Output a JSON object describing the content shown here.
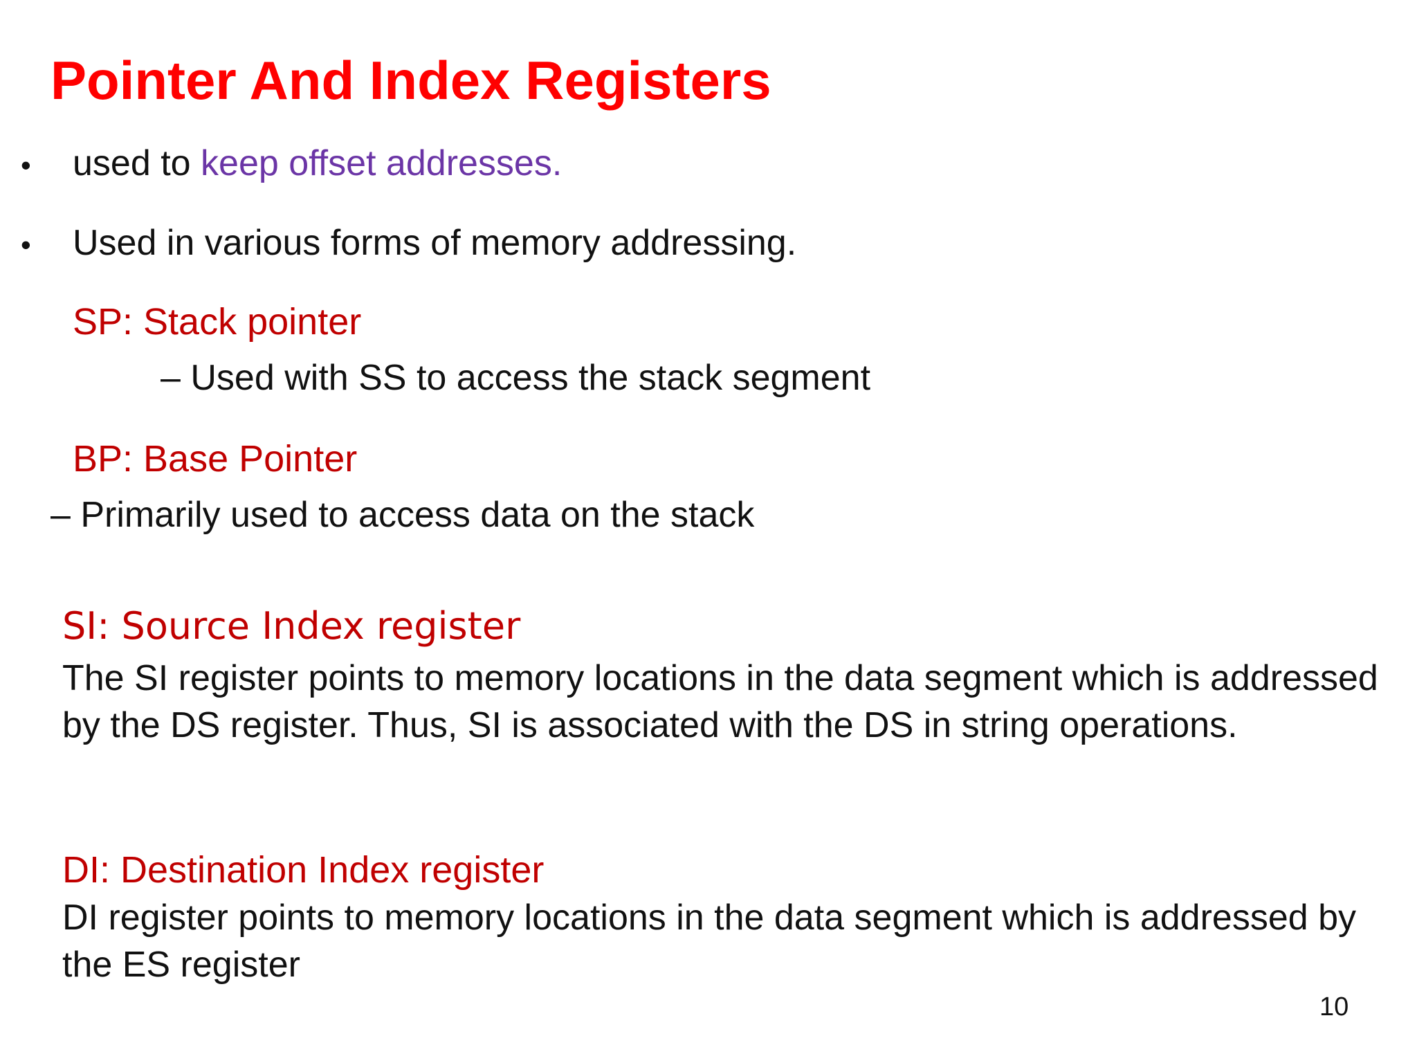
{
  "title": "Pointer And Index Registers",
  "bullets": [
    {
      "symbol": "•",
      "text_plain": "used to ",
      "text_highlight": "keep offset addresses."
    },
    {
      "symbol": "•",
      "text_plain": "Used in various forms of memory addressing."
    }
  ],
  "sp": {
    "heading": "SP: Stack pointer",
    "description": "– Used with SS to access the stack segment"
  },
  "bp": {
    "heading": "BP: Base Pointer",
    "description": "– Primarily used to access data on the stack"
  },
  "si": {
    "heading": "SI: Source Index register",
    "paragraph": "The SI register  points to memory locations in the data segment which is addressed by the DS register. Thus, SI is associated with  the DS in string operations."
  },
  "di": {
    "heading": "DI: Destination Index register",
    "paragraph": "DI register  points to memory locations in the data segment which is addressed by the ES register"
  },
  "page_number": "10",
  "colors": {
    "title": "#ff0000",
    "highlight": "#6b35a6",
    "subheading": "#c00000",
    "text": "#111111"
  }
}
